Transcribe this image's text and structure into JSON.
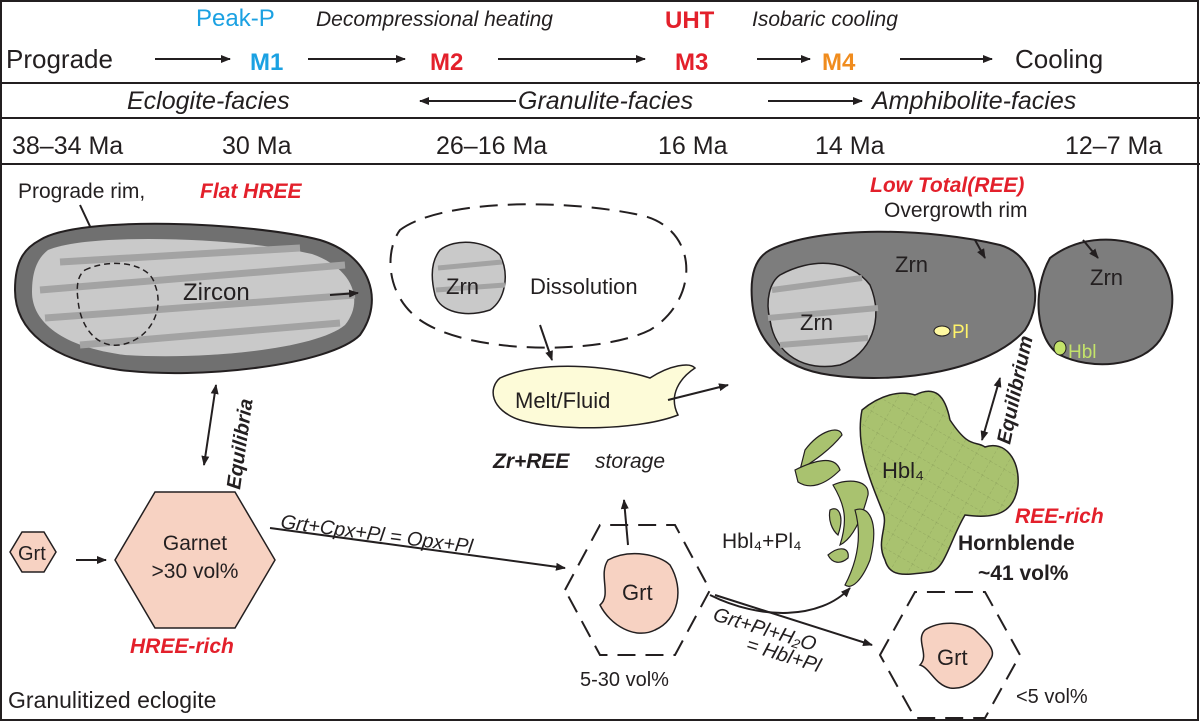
{
  "colors": {
    "peak": "#1ba1e2",
    "red": "#e3202b",
    "orange": "#f08c1e",
    "zircon_core": "#c9c9c9",
    "zircon_rim": "#707070",
    "garnet": "#f7d2c2",
    "melt": "#fdfbd8",
    "hornblende": "#a9c26f"
  },
  "header": {
    "stages": {
      "peak_label": "Peak-P",
      "decompression": "Decompressional heating",
      "uht": "UHT",
      "isobaric": "Isobaric cooling",
      "prograde": "Prograde",
      "m1": "M1",
      "m2": "M2",
      "m3": "M3",
      "m4": "M4",
      "cooling": "Cooling"
    },
    "facies": {
      "eclogite": "Eclogite-facies",
      "granulite": "Granulite-facies",
      "amphibolite": "Amphibolite-facies"
    },
    "ages": [
      "38–34 Ma",
      "30 Ma",
      "26–16 Ma",
      "16 Ma",
      "14 Ma",
      "12–7 Ma"
    ]
  },
  "diagram": {
    "prograde_rim": "Prograde rim,",
    "flat_hree": "Flat HREE",
    "zircon": "Zircon",
    "zrn": "Zrn",
    "dissolution": "Dissolution",
    "melt_fluid": "Melt/Fluid",
    "storage_bold": "Zr+REE",
    "storage": "storage",
    "low_total_ree": "Low Total(REE)",
    "overgrowth_rim": "Overgrowth rim",
    "pl": "Pl",
    "hbl": "Hbl",
    "equilibria": "Equilibria",
    "equilibrium": "Equilibrium",
    "grt": "Grt",
    "garnet": "Garnet",
    "garnet_vol": ">30 vol%",
    "hree_rich": "HREE-rich",
    "reaction1": "Grt+Cpx+Pl = Opx+Pl",
    "vol_mid": "5-30 vol%",
    "reaction2a": "Grt+Pl+H₂O",
    "reaction2b": "= Hbl+Pl",
    "hbl4": "Hbl₄",
    "hbl4_pl4": "Hbl₄+Pl₄",
    "ree_rich": "REE-rich",
    "hornblende": "Hornblende",
    "hornblende_vol": "~41 vol%",
    "vol_low": "<5 vol%",
    "granulitized": "Granulitized eclogite"
  }
}
